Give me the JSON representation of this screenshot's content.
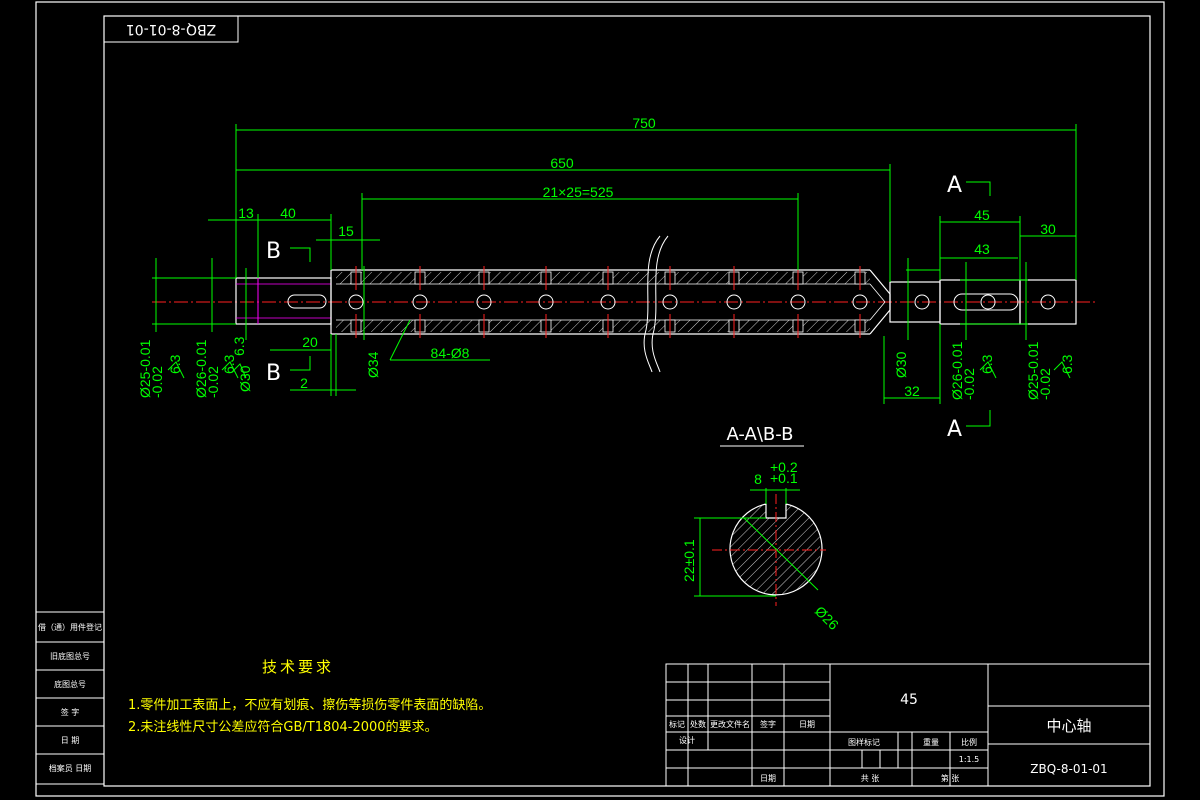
{
  "drawing": {
    "stamp_code": "ZBQ-8-01-01",
    "section_title": "A-A\\B-B",
    "section_marks": {
      "a": "A",
      "b": "B"
    }
  },
  "dimensions": {
    "total_length": "750",
    "length_650": "650",
    "hole_pattern": "21×25=525",
    "d_13": "13",
    "d_40": "40",
    "d_15": "15",
    "d_45": "45",
    "d_43": "43",
    "d_30": "30",
    "d_20": "20",
    "d_2": "2",
    "d_32": "32",
    "holes": "84-Ø8",
    "dia_34": "Ø34",
    "dia_30_left": "Ø30",
    "dia_30_right": "Ø30",
    "dia_25_left": "Ø25-0.01",
    "dia_25_left_tol": "-0.02",
    "dia_26_left": "Ø26-0.01",
    "dia_26_left_tol": "-0.02",
    "dia_26_right": "Ø26-0.01",
    "dia_26_right_tol": "-0.02",
    "dia_25_right": "Ø25-0.01",
    "dia_25_right_tol": "-0.02",
    "roughness_1": "6.3",
    "roughness_2": "6.3",
    "roughness_3": "6.3",
    "roughness_4": "6.3",
    "roughness_5": "6.3",
    "key_width": "8",
    "key_tol_upper": "+0.2",
    "key_tol_lower": "+0.1",
    "key_depth": "22±0.1",
    "section_dia": "Ø26"
  },
  "notes": {
    "heading": "技术要求",
    "items": [
      "1.零件加工表面上，不应有划痕、擦伤等损伤零件表面的缺陷。",
      "2.未注线性尺寸公差应符合GB/T1804-2000的要求。"
    ]
  },
  "left_strip": [
    "借（通）用件登记",
    "旧底图总号",
    "底图总号",
    "签 字",
    "日 期",
    "档案员  日期"
  ],
  "title_block": {
    "material": "45",
    "part_name": "中心轴",
    "drawing_number": "ZBQ-8-01-01",
    "scale": "1:1.5",
    "headers": {
      "mark": "标记",
      "count": "处数",
      "change_doc": "更改文件名",
      "sign": "签字",
      "date": "日期",
      "design": "设计",
      "date2": "日期",
      "stage_mark": "图样标记",
      "weight": "重量",
      "scale_label": "比例",
      "sheets_total": "共 张",
      "sheet_no": "第 张"
    }
  }
}
